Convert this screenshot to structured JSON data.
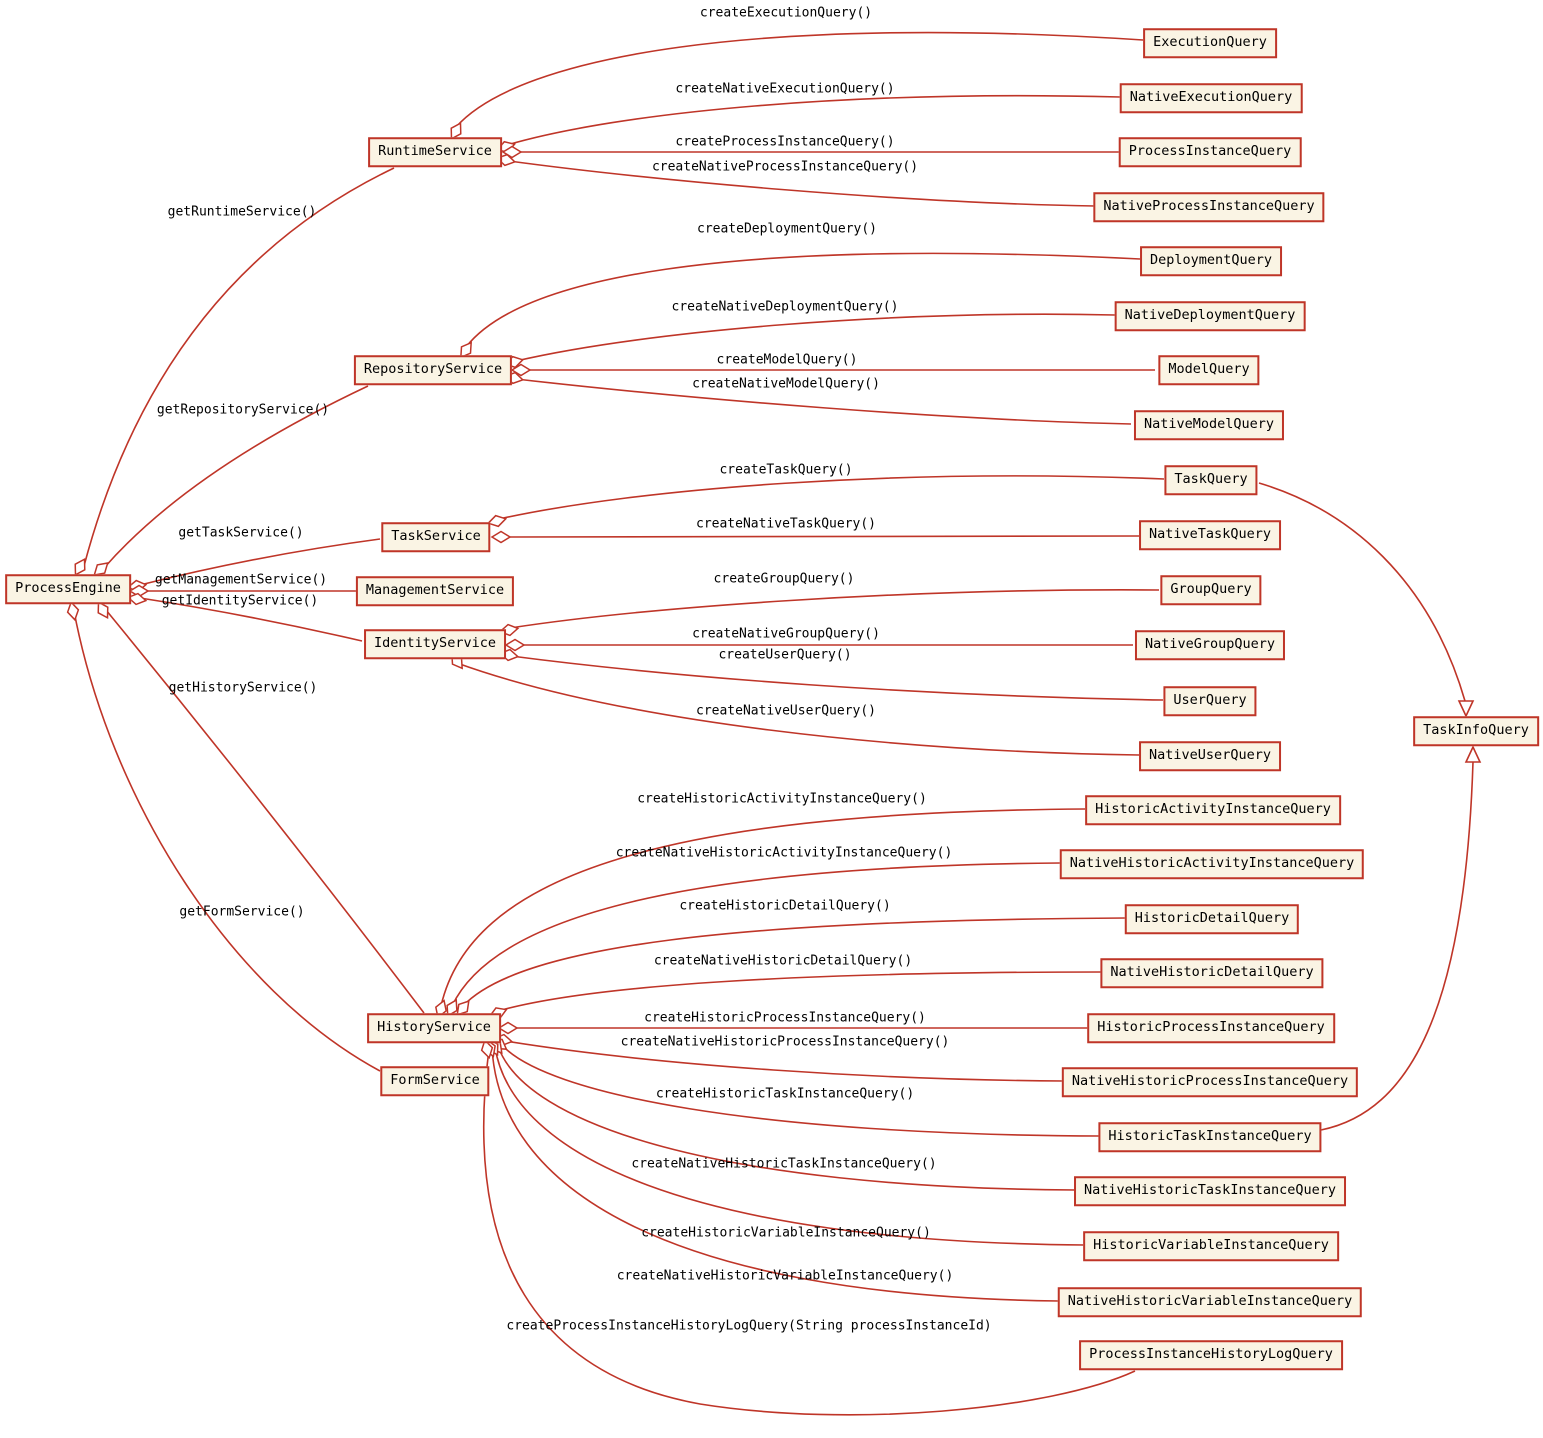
{
  "diagram": {
    "type": "uml-class-diagram",
    "subject": "ProcessEngine services and query classes",
    "colors": {
      "line": "#bf3528",
      "box_fill": "#faf4e4",
      "box_border": "#bf3528",
      "text": "#000000",
      "background": "#ffffff"
    }
  },
  "nodes": [
    {
      "id": "process-engine",
      "label": "ProcessEngine"
    },
    {
      "id": "runtime-service",
      "label": "RuntimeService"
    },
    {
      "id": "repository-service",
      "label": "RepositoryService"
    },
    {
      "id": "task-service",
      "label": "TaskService"
    },
    {
      "id": "management-service",
      "label": "ManagementService"
    },
    {
      "id": "identity-service",
      "label": "IdentityService"
    },
    {
      "id": "history-service",
      "label": "HistoryService"
    },
    {
      "id": "form-service",
      "label": "FormService"
    },
    {
      "id": "execution-query",
      "label": "ExecutionQuery"
    },
    {
      "id": "native-execution-query",
      "label": "NativeExecutionQuery"
    },
    {
      "id": "process-instance-query",
      "label": "ProcessInstanceQuery"
    },
    {
      "id": "native-process-instance-query",
      "label": "NativeProcessInstanceQuery"
    },
    {
      "id": "deployment-query",
      "label": "DeploymentQuery"
    },
    {
      "id": "native-deployment-query",
      "label": "NativeDeploymentQuery"
    },
    {
      "id": "model-query",
      "label": "ModelQuery"
    },
    {
      "id": "native-model-query",
      "label": "NativeModelQuery"
    },
    {
      "id": "task-query",
      "label": "TaskQuery"
    },
    {
      "id": "native-task-query",
      "label": "NativeTaskQuery"
    },
    {
      "id": "group-query",
      "label": "GroupQuery"
    },
    {
      "id": "native-group-query",
      "label": "NativeGroupQuery"
    },
    {
      "id": "user-query",
      "label": "UserQuery"
    },
    {
      "id": "native-user-query",
      "label": "NativeUserQuery"
    },
    {
      "id": "historic-activity-instance-query",
      "label": "HistoricActivityInstanceQuery"
    },
    {
      "id": "native-historic-activity-instance-query",
      "label": "NativeHistoricActivityInstanceQuery"
    },
    {
      "id": "historic-detail-query",
      "label": "HistoricDetailQuery"
    },
    {
      "id": "native-historic-detail-query",
      "label": "NativeHistoricDetailQuery"
    },
    {
      "id": "historic-process-instance-query",
      "label": "HistoricProcessInstanceQuery"
    },
    {
      "id": "native-historic-process-instance-query",
      "label": "NativeHistoricProcessInstanceQuery"
    },
    {
      "id": "historic-task-instance-query",
      "label": "HistoricTaskInstanceQuery"
    },
    {
      "id": "native-historic-task-instance-query",
      "label": "NativeHistoricTaskInstanceQuery"
    },
    {
      "id": "historic-variable-instance-query",
      "label": "HistoricVariableInstanceQuery"
    },
    {
      "id": "native-historic-variable-instance-query",
      "label": "NativeHistoricVariableInstanceQuery"
    },
    {
      "id": "process-instance-history-log-query",
      "label": "ProcessInstanceHistoryLogQuery"
    },
    {
      "id": "task-info-query",
      "label": "TaskInfoQuery"
    }
  ],
  "edge_labels": [
    {
      "id": "create-execution-query",
      "text": "createExecutionQuery()"
    },
    {
      "id": "create-native-execution-query",
      "text": "createNativeExecutionQuery()"
    },
    {
      "id": "create-process-instance-query",
      "text": "createProcessInstanceQuery()"
    },
    {
      "id": "create-native-process-instance-query",
      "text": "createNativeProcessInstanceQuery()"
    },
    {
      "id": "get-runtime-service",
      "text": "getRuntimeService()"
    },
    {
      "id": "create-deployment-query",
      "text": "createDeploymentQuery()"
    },
    {
      "id": "create-native-deployment-query",
      "text": "createNativeDeploymentQuery()"
    },
    {
      "id": "create-model-query",
      "text": "createModelQuery()"
    },
    {
      "id": "create-native-model-query",
      "text": "createNativeModelQuery()"
    },
    {
      "id": "get-repository-service",
      "text": "getRepositoryService()"
    },
    {
      "id": "create-task-query",
      "text": "createTaskQuery()"
    },
    {
      "id": "create-native-task-query",
      "text": "createNativeTaskQuery()"
    },
    {
      "id": "get-task-service",
      "text": "getTaskService()"
    },
    {
      "id": "get-management-service",
      "text": "getManagementService()"
    },
    {
      "id": "get-identity-service",
      "text": "getIdentityService()"
    },
    {
      "id": "create-group-query",
      "text": "createGroupQuery()"
    },
    {
      "id": "create-native-group-query",
      "text": "createNativeGroupQuery()"
    },
    {
      "id": "create-user-query",
      "text": "createUserQuery()"
    },
    {
      "id": "create-native-user-query",
      "text": "createNativeUserQuery()"
    },
    {
      "id": "get-history-service",
      "text": "getHistoryService()"
    },
    {
      "id": "get-form-service",
      "text": "getFormService()"
    },
    {
      "id": "create-historic-activity-instance-query",
      "text": "createHistoricActivityInstanceQuery()"
    },
    {
      "id": "create-native-historic-activity-instance-query",
      "text": "createNativeHistoricActivityInstanceQuery()"
    },
    {
      "id": "create-historic-detail-query",
      "text": "createHistoricDetailQuery()"
    },
    {
      "id": "create-native-historic-detail-query",
      "text": "createNativeHistoricDetailQuery()"
    },
    {
      "id": "create-historic-process-instance-query",
      "text": "createHistoricProcessInstanceQuery()"
    },
    {
      "id": "create-native-historic-process-instance-query",
      "text": "createNativeHistoricProcessInstanceQuery()"
    },
    {
      "id": "create-historic-task-instance-query",
      "text": "createHistoricTaskInstanceQuery()"
    },
    {
      "id": "create-native-historic-task-instance-query",
      "text": "createNativeHistoricTaskInstanceQuery()"
    },
    {
      "id": "create-historic-variable-instance-query",
      "text": "createHistoricVariableInstanceQuery()"
    },
    {
      "id": "create-native-historic-variable-instance-query",
      "text": "createNativeHistoricVariableInstanceQuery()"
    },
    {
      "id": "create-process-instance-history-log-query",
      "text": "createProcessInstanceHistoryLogQuery(String processInstanceId)"
    }
  ],
  "edges": [
    {
      "from": "ProcessEngine",
      "to": "RuntimeService",
      "label": "getRuntimeService()",
      "kind": "aggregation"
    },
    {
      "from": "ProcessEngine",
      "to": "RepositoryService",
      "label": "getRepositoryService()",
      "kind": "aggregation"
    },
    {
      "from": "ProcessEngine",
      "to": "TaskService",
      "label": "getTaskService()",
      "kind": "aggregation"
    },
    {
      "from": "ProcessEngine",
      "to": "ManagementService",
      "label": "getManagementService()",
      "kind": "aggregation"
    },
    {
      "from": "ProcessEngine",
      "to": "IdentityService",
      "label": "getIdentityService()",
      "kind": "aggregation"
    },
    {
      "from": "ProcessEngine",
      "to": "HistoryService",
      "label": "getHistoryService()",
      "kind": "aggregation"
    },
    {
      "from": "ProcessEngine",
      "to": "FormService",
      "label": "getFormService()",
      "kind": "aggregation"
    },
    {
      "from": "RuntimeService",
      "to": "ExecutionQuery",
      "label": "createExecutionQuery()",
      "kind": "aggregation"
    },
    {
      "from": "RuntimeService",
      "to": "NativeExecutionQuery",
      "label": "createNativeExecutionQuery()",
      "kind": "aggregation"
    },
    {
      "from": "RuntimeService",
      "to": "ProcessInstanceQuery",
      "label": "createProcessInstanceQuery()",
      "kind": "aggregation"
    },
    {
      "from": "RuntimeService",
      "to": "NativeProcessInstanceQuery",
      "label": "createNativeProcessInstanceQuery()",
      "kind": "aggregation"
    },
    {
      "from": "RepositoryService",
      "to": "DeploymentQuery",
      "label": "createDeploymentQuery()",
      "kind": "aggregation"
    },
    {
      "from": "RepositoryService",
      "to": "NativeDeploymentQuery",
      "label": "createNativeDeploymentQuery()",
      "kind": "aggregation"
    },
    {
      "from": "RepositoryService",
      "to": "ModelQuery",
      "label": "createModelQuery()",
      "kind": "aggregation"
    },
    {
      "from": "RepositoryService",
      "to": "NativeModelQuery",
      "label": "createNativeModelQuery()",
      "kind": "aggregation"
    },
    {
      "from": "TaskService",
      "to": "TaskQuery",
      "label": "createTaskQuery()",
      "kind": "aggregation"
    },
    {
      "from": "TaskService",
      "to": "NativeTaskQuery",
      "label": "createNativeTaskQuery()",
      "kind": "aggregation"
    },
    {
      "from": "IdentityService",
      "to": "GroupQuery",
      "label": "createGroupQuery()",
      "kind": "aggregation"
    },
    {
      "from": "IdentityService",
      "to": "NativeGroupQuery",
      "label": "createNativeGroupQuery()",
      "kind": "aggregation"
    },
    {
      "from": "IdentityService",
      "to": "UserQuery",
      "label": "createUserQuery()",
      "kind": "aggregation"
    },
    {
      "from": "IdentityService",
      "to": "NativeUserQuery",
      "label": "createNativeUserQuery()",
      "kind": "aggregation"
    },
    {
      "from": "HistoryService",
      "to": "HistoricActivityInstanceQuery",
      "label": "createHistoricActivityInstanceQuery()",
      "kind": "aggregation"
    },
    {
      "from": "HistoryService",
      "to": "NativeHistoricActivityInstanceQuery",
      "label": "createNativeHistoricActivityInstanceQuery()",
      "kind": "aggregation"
    },
    {
      "from": "HistoryService",
      "to": "HistoricDetailQuery",
      "label": "createHistoricDetailQuery()",
      "kind": "aggregation"
    },
    {
      "from": "HistoryService",
      "to": "NativeHistoricDetailQuery",
      "label": "createNativeHistoricDetailQuery()",
      "kind": "aggregation"
    },
    {
      "from": "HistoryService",
      "to": "HistoricProcessInstanceQuery",
      "label": "createHistoricProcessInstanceQuery()",
      "kind": "aggregation"
    },
    {
      "from": "HistoryService",
      "to": "NativeHistoricProcessInstanceQuery",
      "label": "createNativeHistoricProcessInstanceQuery()",
      "kind": "aggregation"
    },
    {
      "from": "HistoryService",
      "to": "HistoricTaskInstanceQuery",
      "label": "createHistoricTaskInstanceQuery()",
      "kind": "aggregation"
    },
    {
      "from": "HistoryService",
      "to": "NativeHistoricTaskInstanceQuery",
      "label": "createNativeHistoricTaskInstanceQuery()",
      "kind": "aggregation"
    },
    {
      "from": "HistoryService",
      "to": "HistoricVariableInstanceQuery",
      "label": "createHistoricVariableInstanceQuery()",
      "kind": "aggregation"
    },
    {
      "from": "HistoryService",
      "to": "NativeHistoricVariableInstanceQuery",
      "label": "createNativeHistoricVariableInstanceQuery()",
      "kind": "aggregation"
    },
    {
      "from": "HistoryService",
      "to": "ProcessInstanceHistoryLogQuery",
      "label": "createProcessInstanceHistoryLogQuery(String processInstanceId)",
      "kind": "aggregation"
    },
    {
      "from": "TaskQuery",
      "to": "TaskInfoQuery",
      "label": "",
      "kind": "generalization"
    },
    {
      "from": "HistoricTaskInstanceQuery",
      "to": "TaskInfoQuery",
      "label": "",
      "kind": "generalization"
    }
  ]
}
